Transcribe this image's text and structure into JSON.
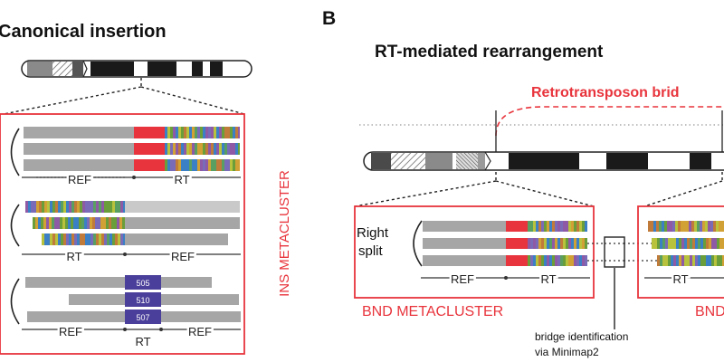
{
  "panel_a": {
    "title": "Canonical insertion",
    "cluster_label": "INS METACLUSTER",
    "group1": {
      "left_label": "REF",
      "right_label": "RT"
    },
    "group2": {
      "left_label": "RT",
      "right_label": "REF"
    },
    "group3": {
      "read_ids": [
        "505",
        "510",
        "507"
      ],
      "left_label": "REF",
      "mid_label": "RT",
      "right_label": "REF"
    }
  },
  "panel_b": {
    "letter": "B",
    "title": "RT-mediated rearrangement",
    "bridge_label": "Retrotransposon brid",
    "split_label_line1": "Right",
    "split_label_line2": "split",
    "left_cluster": {
      "ref_label": "REF",
      "rt_label": "RT",
      "cluster_label": "BND METACLUSTER"
    },
    "right_cluster": {
      "rt_label": "RT",
      "cluster_label": "BND"
    },
    "bridge_note_line1": "bridge identification",
    "bridge_note_line2": "via Minimap2"
  },
  "colors": {
    "red": "#e8343c",
    "ref_gray": "#a6a6a6",
    "light_gray": "#c9c9c9",
    "read_id_bg": "#4a3f9a",
    "rt_stripes": [
      "#6a9e3a",
      "#8e5aa5",
      "#d2a135",
      "#3b7fc4",
      "#b8c23c",
      "#7a6bb8",
      "#5a9f62",
      "#c07a3a"
    ]
  }
}
